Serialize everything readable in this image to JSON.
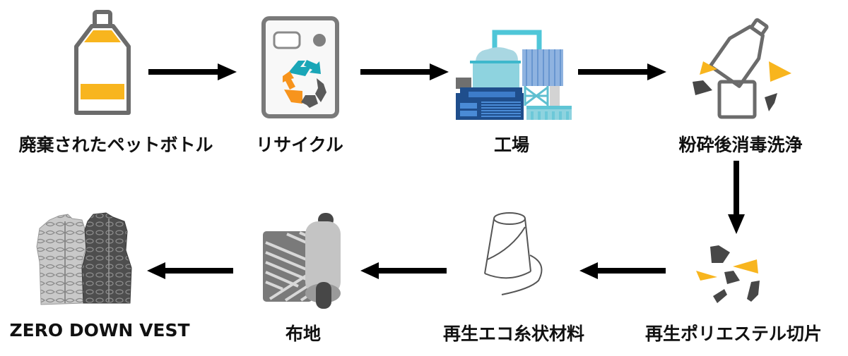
{
  "diagram": {
    "type": "process-flow",
    "colors": {
      "accent_yellow": "#F8B51E",
      "icon_gray": "#6B6B6B",
      "dark_gray": "#474747",
      "recycle_teal": "#1AA6B7",
      "recycle_orange": "#F7941D",
      "factory_blue_dark": "#1F4E8C",
      "factory_blue_mid": "#3D7CC9",
      "factory_teal": "#4FC6D8",
      "factory_light": "#8ED3DF",
      "arrow": "#000000"
    },
    "steps": [
      {
        "id": "pet-bottle",
        "label": "廃棄されたペットボトル",
        "icon": "bottle-icon"
      },
      {
        "id": "recycle",
        "label": "リサイクル",
        "icon": "recycle-bin-icon"
      },
      {
        "id": "factory",
        "label": "工場",
        "icon": "factory-icon"
      },
      {
        "id": "crush-wash",
        "label": "粉砕後消毒洗浄",
        "icon": "crushed-bottle-icon"
      },
      {
        "id": "polyester-chips",
        "label": "再生ポリエステル切片",
        "icon": "chips-icon"
      },
      {
        "id": "eco-yarn",
        "label": "再生エコ糸状材料",
        "icon": "yarn-spool-icon"
      },
      {
        "id": "fabric",
        "label": "布地",
        "icon": "fabric-roll-icon"
      },
      {
        "id": "vest",
        "label": "ZERO DOWN VEST",
        "icon": "vest-photo-icon"
      }
    ],
    "flow": [
      {
        "from": "pet-bottle",
        "to": "recycle",
        "direction": "right"
      },
      {
        "from": "recycle",
        "to": "factory",
        "direction": "right"
      },
      {
        "from": "factory",
        "to": "crush-wash",
        "direction": "right"
      },
      {
        "from": "crush-wash",
        "to": "polyester-chips",
        "direction": "down"
      },
      {
        "from": "polyester-chips",
        "to": "eco-yarn",
        "direction": "left"
      },
      {
        "from": "eco-yarn",
        "to": "fabric",
        "direction": "left"
      },
      {
        "from": "fabric",
        "to": "vest",
        "direction": "left"
      }
    ]
  }
}
